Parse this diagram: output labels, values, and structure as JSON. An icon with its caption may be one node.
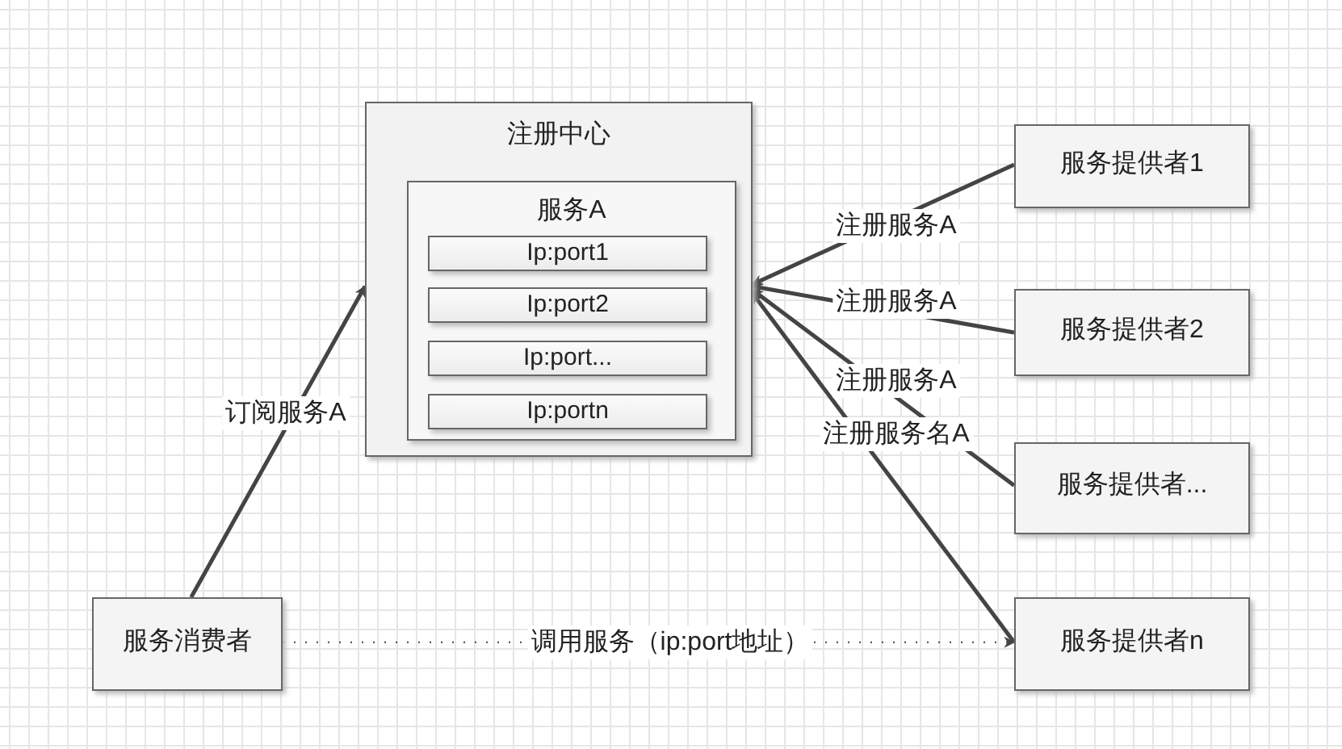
{
  "diagram": {
    "nodes": [
      {
        "text": [
          "注册中心"
        ]
      },
      {
        "text": [
          "服务A"
        ],
        "in": 0
      },
      {
        "text": [
          "Ip:port1"
        ],
        "in": 1
      },
      {
        "text": [
          "Ip:port2"
        ],
        "in": 1
      },
      {
        "text": [
          "Ip:port..."
        ],
        "in": 1
      },
      {
        "text": [
          "Ip:portn"
        ],
        "in": 1
      },
      {
        "text": [
          "服务提供者1"
        ]
      },
      {
        "text": [
          "服务提供者2"
        ]
      },
      {
        "text": [
          "服务提供者..."
        ]
      },
      {
        "text": [
          "服务提供者n"
        ]
      },
      {
        "text": [
          "服务消费者"
        ]
      }
    ],
    "edges": [
      {
        "from": 6,
        "to": 0,
        "arrow": "to",
        "label": "注册服务A"
      },
      {
        "from": 7,
        "to": 0,
        "arrow": "to",
        "label": "注册服务A"
      },
      {
        "from": 8,
        "to": 0,
        "arrow": "to",
        "label": "注册服务A"
      },
      {
        "from": 9,
        "to": 0,
        "arrow": "to",
        "label": "注册服务名A"
      },
      {
        "from": 10,
        "to": 0,
        "arrow": "to",
        "label": "订阅服务A"
      },
      {
        "from": 10,
        "to": 9,
        "arrow": "to",
        "label": "调用服务（ip:port地址）",
        "style": "dashed"
      }
    ]
  }
}
